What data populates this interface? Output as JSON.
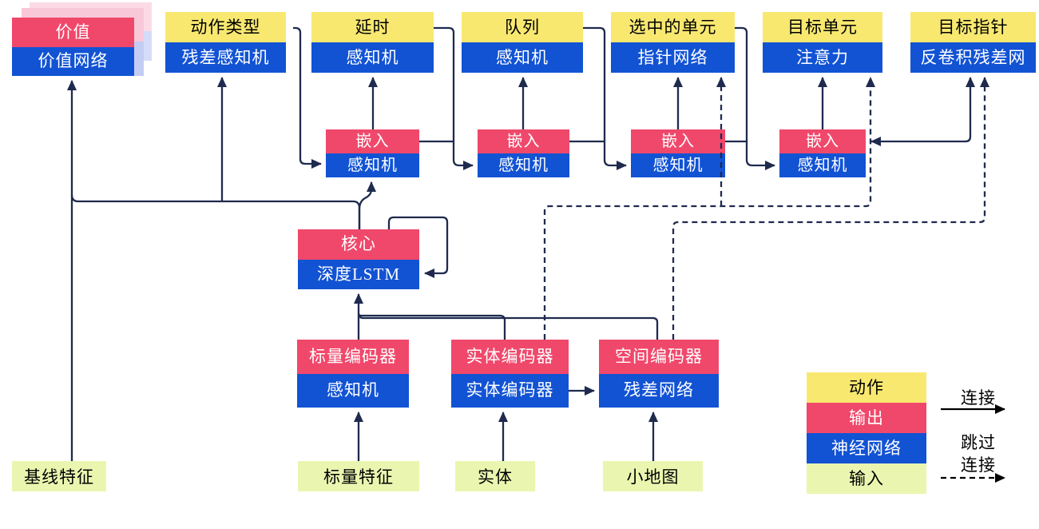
{
  "diagram_title": "AlphaStar-style agent architecture (Chinese)",
  "nodes": {
    "value": {
      "title": "价值",
      "subtitle": "价值网络"
    },
    "heads": [
      {
        "title": "动作类型",
        "subtitle": "残差感知机"
      },
      {
        "title": "延时",
        "subtitle": "感知机"
      },
      {
        "title": "队列",
        "subtitle": "感知机"
      },
      {
        "title": "选中的单元",
        "subtitle": "指针网络"
      },
      {
        "title": "目标单元",
        "subtitle": "注意力"
      },
      {
        "title": "目标指针",
        "subtitle": "反卷积残差网"
      }
    ],
    "embeds": [
      {
        "title": "嵌入",
        "subtitle": "感知机"
      },
      {
        "title": "嵌入",
        "subtitle": "感知机"
      },
      {
        "title": "嵌入",
        "subtitle": "感知机"
      },
      {
        "title": "嵌入",
        "subtitle": "感知机"
      }
    ],
    "core": {
      "title": "核心",
      "subtitle": "深度LSTM"
    },
    "encoders": [
      {
        "title": "标量编码器",
        "subtitle": "感知机"
      },
      {
        "title": "实体编码器",
        "subtitle": "实体编码器"
      },
      {
        "title": "空间编码器",
        "subtitle": "残差网络"
      }
    ],
    "inputs": [
      "基线特征",
      "标量特征",
      "实体",
      "小地图"
    ]
  },
  "legend": {
    "items": [
      {
        "label": "动作",
        "color": "#f8e870"
      },
      {
        "label": "输出",
        "color": "#f0486b"
      },
      {
        "label": "神经网络",
        "color": "#1253d4"
      },
      {
        "label": "输入",
        "color": "#eaf6b0"
      }
    ],
    "solid_label": "连接",
    "dashed_label_line1": "跳过",
    "dashed_label_line2": "连接"
  },
  "colors": {
    "action_yellow": "#f8e870",
    "output_red": "#f0486b",
    "network_blue": "#1253d4",
    "input_green": "#eaf6b0",
    "wire_navy": "#1f2a4e",
    "value_shadow_pink": "#f8c8d8",
    "value_shadow_blue": "#c3cdf4",
    "background": "#ffffff"
  }
}
